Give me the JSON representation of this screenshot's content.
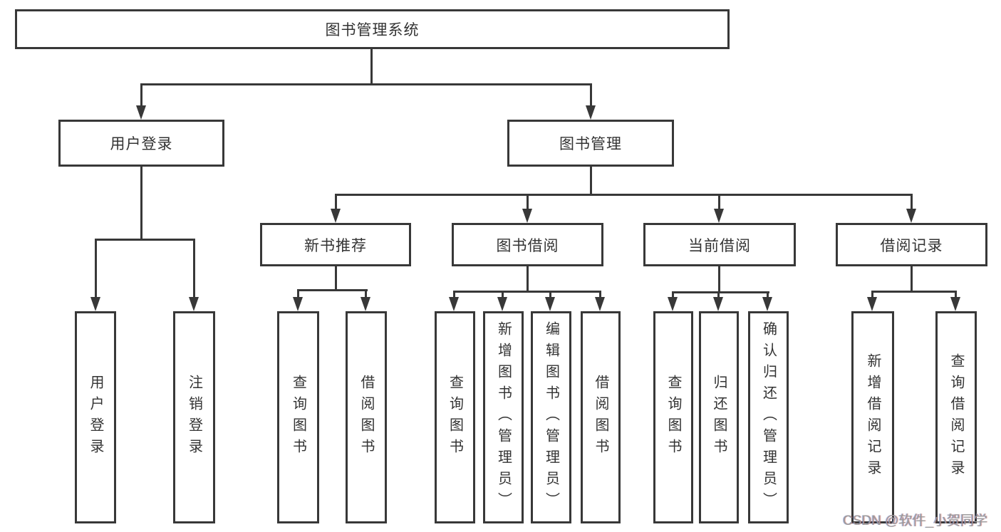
{
  "diagram": {
    "title": "图书管理系统",
    "branches": [
      {
        "label": "用户登录",
        "children": [
          {
            "label": "用户登录"
          },
          {
            "label": "注销登录"
          }
        ]
      },
      {
        "label": "图书管理",
        "children": [
          {
            "label": "新书推荐",
            "children": [
              {
                "label": "查询图书"
              },
              {
                "label": "借阅图书"
              }
            ]
          },
          {
            "label": "图书借阅",
            "children": [
              {
                "label": "查询图书"
              },
              {
                "label": "新增图书（管理员）"
              },
              {
                "label": "编辑图书（管理员）"
              },
              {
                "label": "借阅图书"
              }
            ]
          },
          {
            "label": "当前借阅",
            "children": [
              {
                "label": "查询图书"
              },
              {
                "label": "归还图书"
              },
              {
                "label": "确认归还（管理员）"
              }
            ]
          },
          {
            "label": "借阅记录",
            "children": [
              {
                "label": "新增借阅记录"
              },
              {
                "label": "查询借阅记录"
              }
            ]
          }
        ]
      }
    ]
  },
  "watermark": {
    "text": "CSDN @软件_小贺同学"
  },
  "colors": {
    "line": "#383838",
    "text": "#333333",
    "watermark": "#9b9b9b",
    "background": "#ffffff"
  }
}
